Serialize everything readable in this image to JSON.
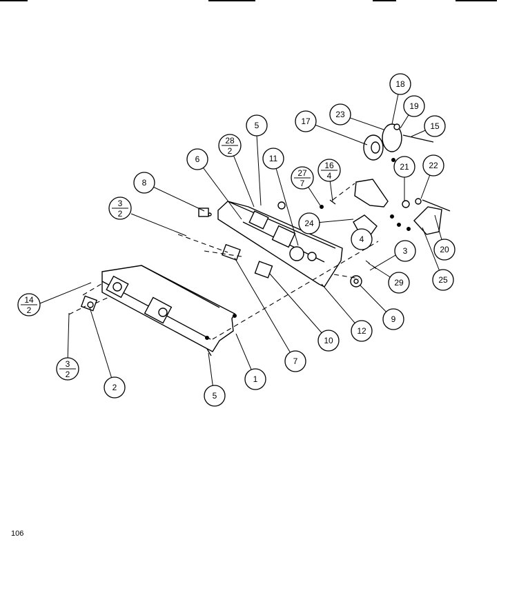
{
  "page_number": "106",
  "callouts": [
    {
      "id": "c1",
      "lines": [
        "1"
      ]
    },
    {
      "id": "c2",
      "lines": [
        "2"
      ]
    },
    {
      "id": "c3a",
      "lines": [
        "3",
        "2"
      ]
    },
    {
      "id": "c3b",
      "lines": [
        "3",
        "2"
      ]
    },
    {
      "id": "c3c",
      "lines": [
        "3"
      ]
    },
    {
      "id": "c4",
      "lines": [
        "4"
      ]
    },
    {
      "id": "c5a",
      "lines": [
        "5"
      ]
    },
    {
      "id": "c5b",
      "lines": [
        "5"
      ]
    },
    {
      "id": "c6",
      "lines": [
        "6"
      ]
    },
    {
      "id": "c7",
      "lines": [
        "7"
      ]
    },
    {
      "id": "c8",
      "lines": [
        "8"
      ]
    },
    {
      "id": "c9",
      "lines": [
        "9"
      ]
    },
    {
      "id": "c10",
      "lines": [
        "10"
      ]
    },
    {
      "id": "c11",
      "lines": [
        "11"
      ]
    },
    {
      "id": "c12",
      "lines": [
        "12"
      ]
    },
    {
      "id": "c14",
      "lines": [
        "14",
        "2"
      ]
    },
    {
      "id": "c15",
      "lines": [
        "15"
      ]
    },
    {
      "id": "c16",
      "lines": [
        "16",
        "4"
      ]
    },
    {
      "id": "c17",
      "lines": [
        "17"
      ]
    },
    {
      "id": "c18",
      "lines": [
        "18"
      ]
    },
    {
      "id": "c19",
      "lines": [
        "19"
      ]
    },
    {
      "id": "c20",
      "lines": [
        "20"
      ]
    },
    {
      "id": "c21",
      "lines": [
        "21"
      ]
    },
    {
      "id": "c22",
      "lines": [
        "22"
      ]
    },
    {
      "id": "c23",
      "lines": [
        "23"
      ]
    },
    {
      "id": "c24",
      "lines": [
        "24"
      ]
    },
    {
      "id": "c25",
      "lines": [
        "25"
      ]
    },
    {
      "id": "c27",
      "lines": [
        "27",
        "7"
      ]
    },
    {
      "id": "c28",
      "lines": [
        "28",
        "2"
      ]
    },
    {
      "id": "c29",
      "lines": [
        "29"
      ]
    }
  ]
}
